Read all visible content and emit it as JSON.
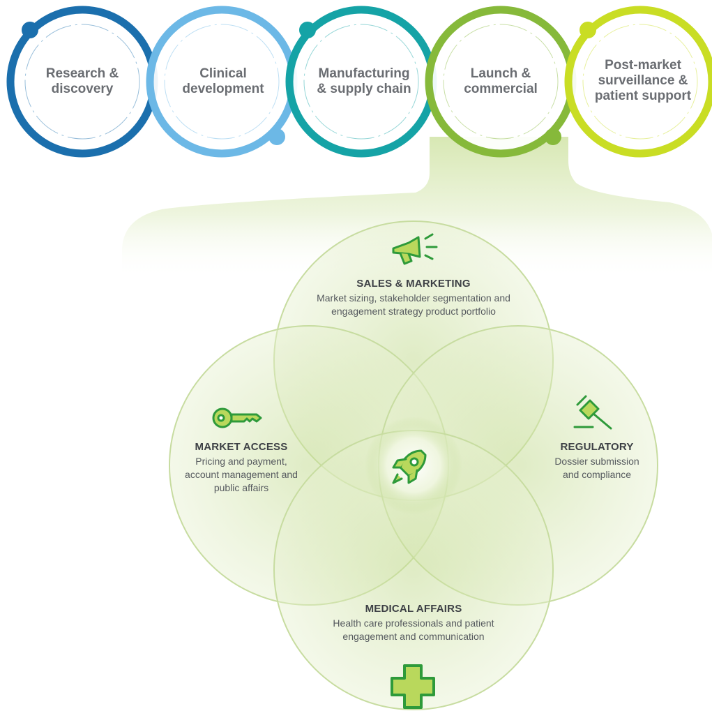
{
  "stages": [
    {
      "label": "Research &\ndiscovery",
      "color": "#1b6fad"
    },
    {
      "label": "Clinical\ndevelopment",
      "color": "#6cb8e6"
    },
    {
      "label": "Manufacturing\n& supply chain",
      "color": "#15a3a6"
    },
    {
      "label": "Launch &\ncommercial",
      "color": "#86b93a"
    },
    {
      "label": "Post-market\nsurveillance &\npatient support",
      "color": "#c9dd24"
    }
  ],
  "segments": {
    "sales_marketing": {
      "title": "SALES & MARKETING",
      "line1": "Market sizing, stakeholder segmentation and",
      "line2": "engagement strategy product portfolio",
      "icon": "megaphone-icon"
    },
    "market_access": {
      "title": "MARKET ACCESS",
      "line1": "Pricing and payment,",
      "line2": "account management and",
      "line3": "public affairs",
      "icon": "key-icon"
    },
    "regulatory": {
      "title": "REGULATORY",
      "line1": "Dossier submission",
      "line2": "and compliance",
      "icon": "gavel-icon"
    },
    "medical_affairs": {
      "title": "MEDICAL AFFAIRS",
      "line1": "Health care professionals and patient",
      "line2": "engagement and communication",
      "icon": "medical-cross-icon"
    }
  },
  "center_icon": "rocket-icon",
  "colors": {
    "accent_green": "#8bc34a",
    "icon_green": "#2e9a3a",
    "icon_fill": "#b9d85c"
  }
}
